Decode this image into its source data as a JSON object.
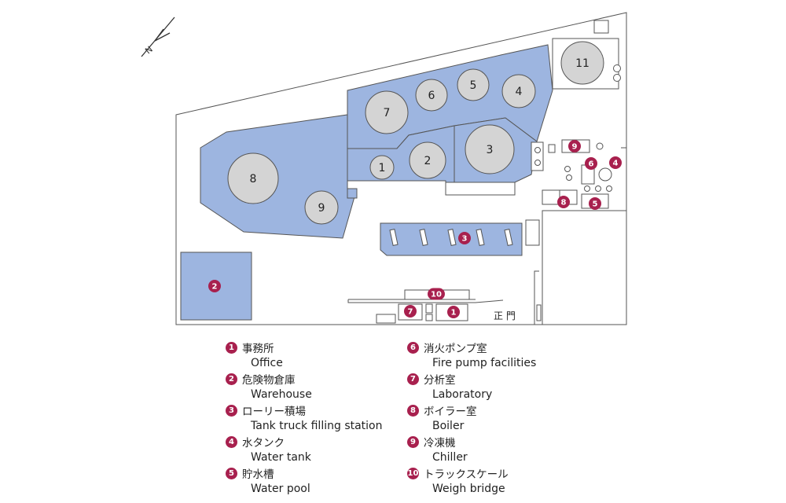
{
  "colors": {
    "area_fill": "#9db5e0",
    "tank_fill": "#d4d4d4",
    "outline": "#555555",
    "marker": "#a8204e"
  },
  "compass": {
    "label": "N"
  },
  "tanks": [
    {
      "number": "1"
    },
    {
      "number": "2"
    },
    {
      "number": "3"
    },
    {
      "number": "4"
    },
    {
      "number": "5"
    },
    {
      "number": "6"
    },
    {
      "number": "7"
    },
    {
      "number": "8"
    },
    {
      "number": "9"
    },
    {
      "number": "11"
    }
  ],
  "markers": [
    {
      "number": "1"
    },
    {
      "number": "2"
    },
    {
      "number": "3"
    },
    {
      "number": "4"
    },
    {
      "number": "5"
    },
    {
      "number": "6"
    },
    {
      "number": "7"
    },
    {
      "number": "8"
    },
    {
      "number": "9"
    },
    {
      "number": "10"
    }
  ],
  "main_gate": {
    "label": "正 門"
  },
  "legend": [
    {
      "number": "1",
      "ja": "事務所",
      "en": "Office"
    },
    {
      "number": "2",
      "ja": "危険物倉庫",
      "en": "Warehouse"
    },
    {
      "number": "3",
      "ja": "ローリー積場",
      "en": "Tank truck filling station"
    },
    {
      "number": "4",
      "ja": "水タンク",
      "en": "Water tank"
    },
    {
      "number": "5",
      "ja": "貯水槽",
      "en": "Water pool"
    },
    {
      "number": "6",
      "ja": "消火ポンプ室",
      "en": "Fire pump facilities"
    },
    {
      "number": "7",
      "ja": "分析室",
      "en": "Laboratory"
    },
    {
      "number": "8",
      "ja": "ボイラー室",
      "en": "Boiler"
    },
    {
      "number": "9",
      "ja": "冷凍機",
      "en": "Chiller"
    },
    {
      "number": "10",
      "ja": "トラックスケール",
      "en": "Weigh bridge"
    }
  ]
}
